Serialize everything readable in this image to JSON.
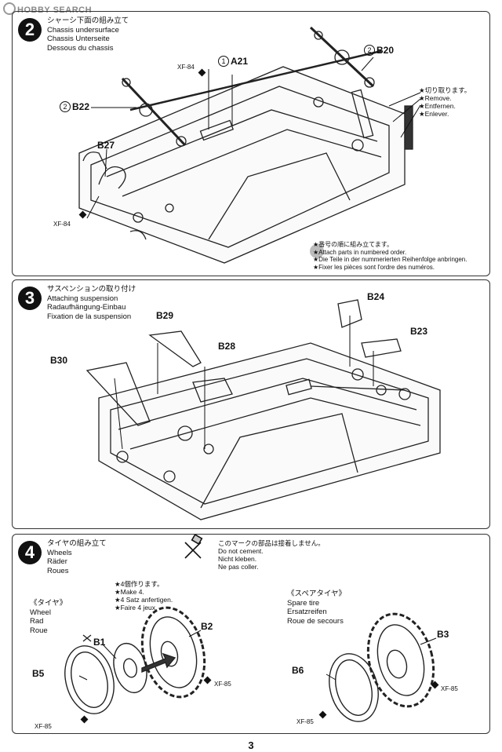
{
  "watermark": "HOBBY SEARCH",
  "step2": {
    "number": "2",
    "titles": [
      "シャーシ下面の組み立て",
      "Chassis undersurface",
      "Chassis Unterseite",
      "Dessous du chassis"
    ],
    "labels": {
      "a21_num": "1",
      "a21": "A21",
      "b20_num": "2",
      "b20": "B20",
      "b22_num": "2",
      "b22": "B22",
      "b27": "B27",
      "xf84_top": "XF-84",
      "xf84_bottom": "XF-84"
    },
    "remove_note": [
      "★切り取ります。",
      "★Remove.",
      "★Entfernen.",
      "★Enlever."
    ],
    "order_note": [
      "★番号の順に組み立てます。",
      "★Attach parts in numbered order.",
      "★Die Teile in der nummerierten Reihenfolge anbringen.",
      "★Fixer les pièces sont l'ordre des numéros."
    ]
  },
  "step3": {
    "number": "3",
    "titles": [
      "サスペンションの取り付け",
      "Attaching suspension",
      "Radaufhängung-Einbau",
      "Fixation de la suspension"
    ],
    "labels": {
      "b24": "B24",
      "b29": "B29",
      "b23": "B23",
      "b28": "B28",
      "b30": "B30"
    }
  },
  "step4": {
    "number": "4",
    "titles": [
      "タイヤの組み立て",
      "Wheels",
      "Räder",
      "Roues"
    ],
    "cement_note": [
      "このマークの部品は接着しません。",
      "Do not cement.",
      "Nicht kleben.",
      "Ne pas coller."
    ],
    "make4_note": [
      "★4個作ります。",
      "★Make 4.",
      "★4 Satz anfertigen.",
      "★Faire 4 jeux."
    ],
    "wheel_title": [
      "《タイヤ》",
      "Wheel",
      "Rad",
      "Roue"
    ],
    "spare_title": [
      "《スペアタイヤ》",
      "Spare tire",
      "Ersatzreifen",
      "Roue de secours"
    ],
    "labels": {
      "b1": "B1",
      "b2": "B2",
      "b5": "B5",
      "b3": "B3",
      "b6": "B6",
      "xf85_a": "XF-85",
      "xf85_b": "XF-85",
      "xf85_c": "XF-85",
      "xf85_d": "XF-85"
    }
  },
  "page_number": "3"
}
